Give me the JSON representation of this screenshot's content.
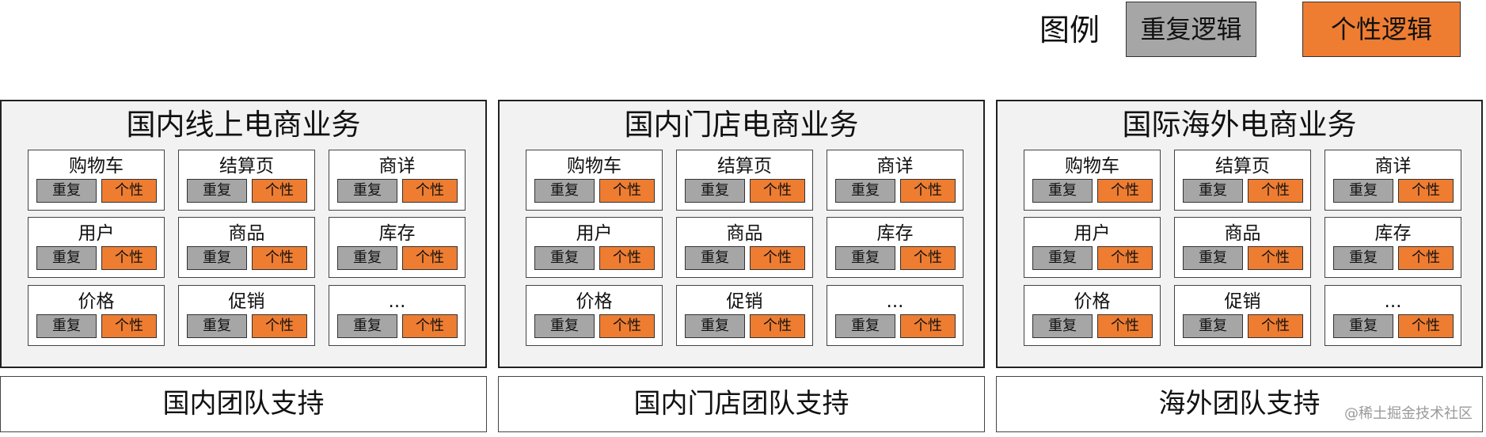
{
  "legend": {
    "title": "图例",
    "common_label": "重复逻辑",
    "custom_label": "个性逻辑",
    "common_color": "#a6a6a6",
    "custom_color": "#ee7d32"
  },
  "businesses": [
    {
      "title": "国内线上电商业务",
      "modules": [
        {
          "name": "购物车",
          "common": "重复",
          "custom": "个性"
        },
        {
          "name": "结算页",
          "common": "重复",
          "custom": "个性"
        },
        {
          "name": "商详",
          "common": "重复",
          "custom": "个性"
        },
        {
          "name": "用户",
          "common": "重复",
          "custom": "个性"
        },
        {
          "name": "商品",
          "common": "重复",
          "custom": "个性"
        },
        {
          "name": "库存",
          "common": "重复",
          "custom": "个性"
        },
        {
          "name": "价格",
          "common": "重复",
          "custom": "个性"
        },
        {
          "name": "促销",
          "common": "重复",
          "custom": "个性"
        },
        {
          "name": "...",
          "common": "重复",
          "custom": "个性"
        }
      ],
      "support": "国内团队支持"
    },
    {
      "title": "国内门店电商业务",
      "modules": [
        {
          "name": "购物车",
          "common": "重复",
          "custom": "个性"
        },
        {
          "name": "结算页",
          "common": "重复",
          "custom": "个性"
        },
        {
          "name": "商详",
          "common": "重复",
          "custom": "个性"
        },
        {
          "name": "用户",
          "common": "重复",
          "custom": "个性"
        },
        {
          "name": "商品",
          "common": "重复",
          "custom": "个性"
        },
        {
          "name": "库存",
          "common": "重复",
          "custom": "个性"
        },
        {
          "name": "价格",
          "common": "重复",
          "custom": "个性"
        },
        {
          "name": "促销",
          "common": "重复",
          "custom": "个性"
        },
        {
          "name": "...",
          "common": "重复",
          "custom": "个性"
        }
      ],
      "support": "国内门店团队支持"
    },
    {
      "title": "国际海外电商业务",
      "modules": [
        {
          "name": "购物车",
          "common": "重复",
          "custom": "个性"
        },
        {
          "name": "结算页",
          "common": "重复",
          "custom": "个性"
        },
        {
          "name": "商详",
          "common": "重复",
          "custom": "个性"
        },
        {
          "name": "用户",
          "common": "重复",
          "custom": "个性"
        },
        {
          "name": "商品",
          "common": "重复",
          "custom": "个性"
        },
        {
          "name": "库存",
          "common": "重复",
          "custom": "个性"
        },
        {
          "name": "价格",
          "common": "重复",
          "custom": "个性"
        },
        {
          "name": "促销",
          "common": "重复",
          "custom": "个性"
        },
        {
          "name": "...",
          "common": "重复",
          "custom": "个性"
        }
      ],
      "support": "海外团队支持"
    }
  ],
  "watermark": "@稀土掘金技术社区"
}
